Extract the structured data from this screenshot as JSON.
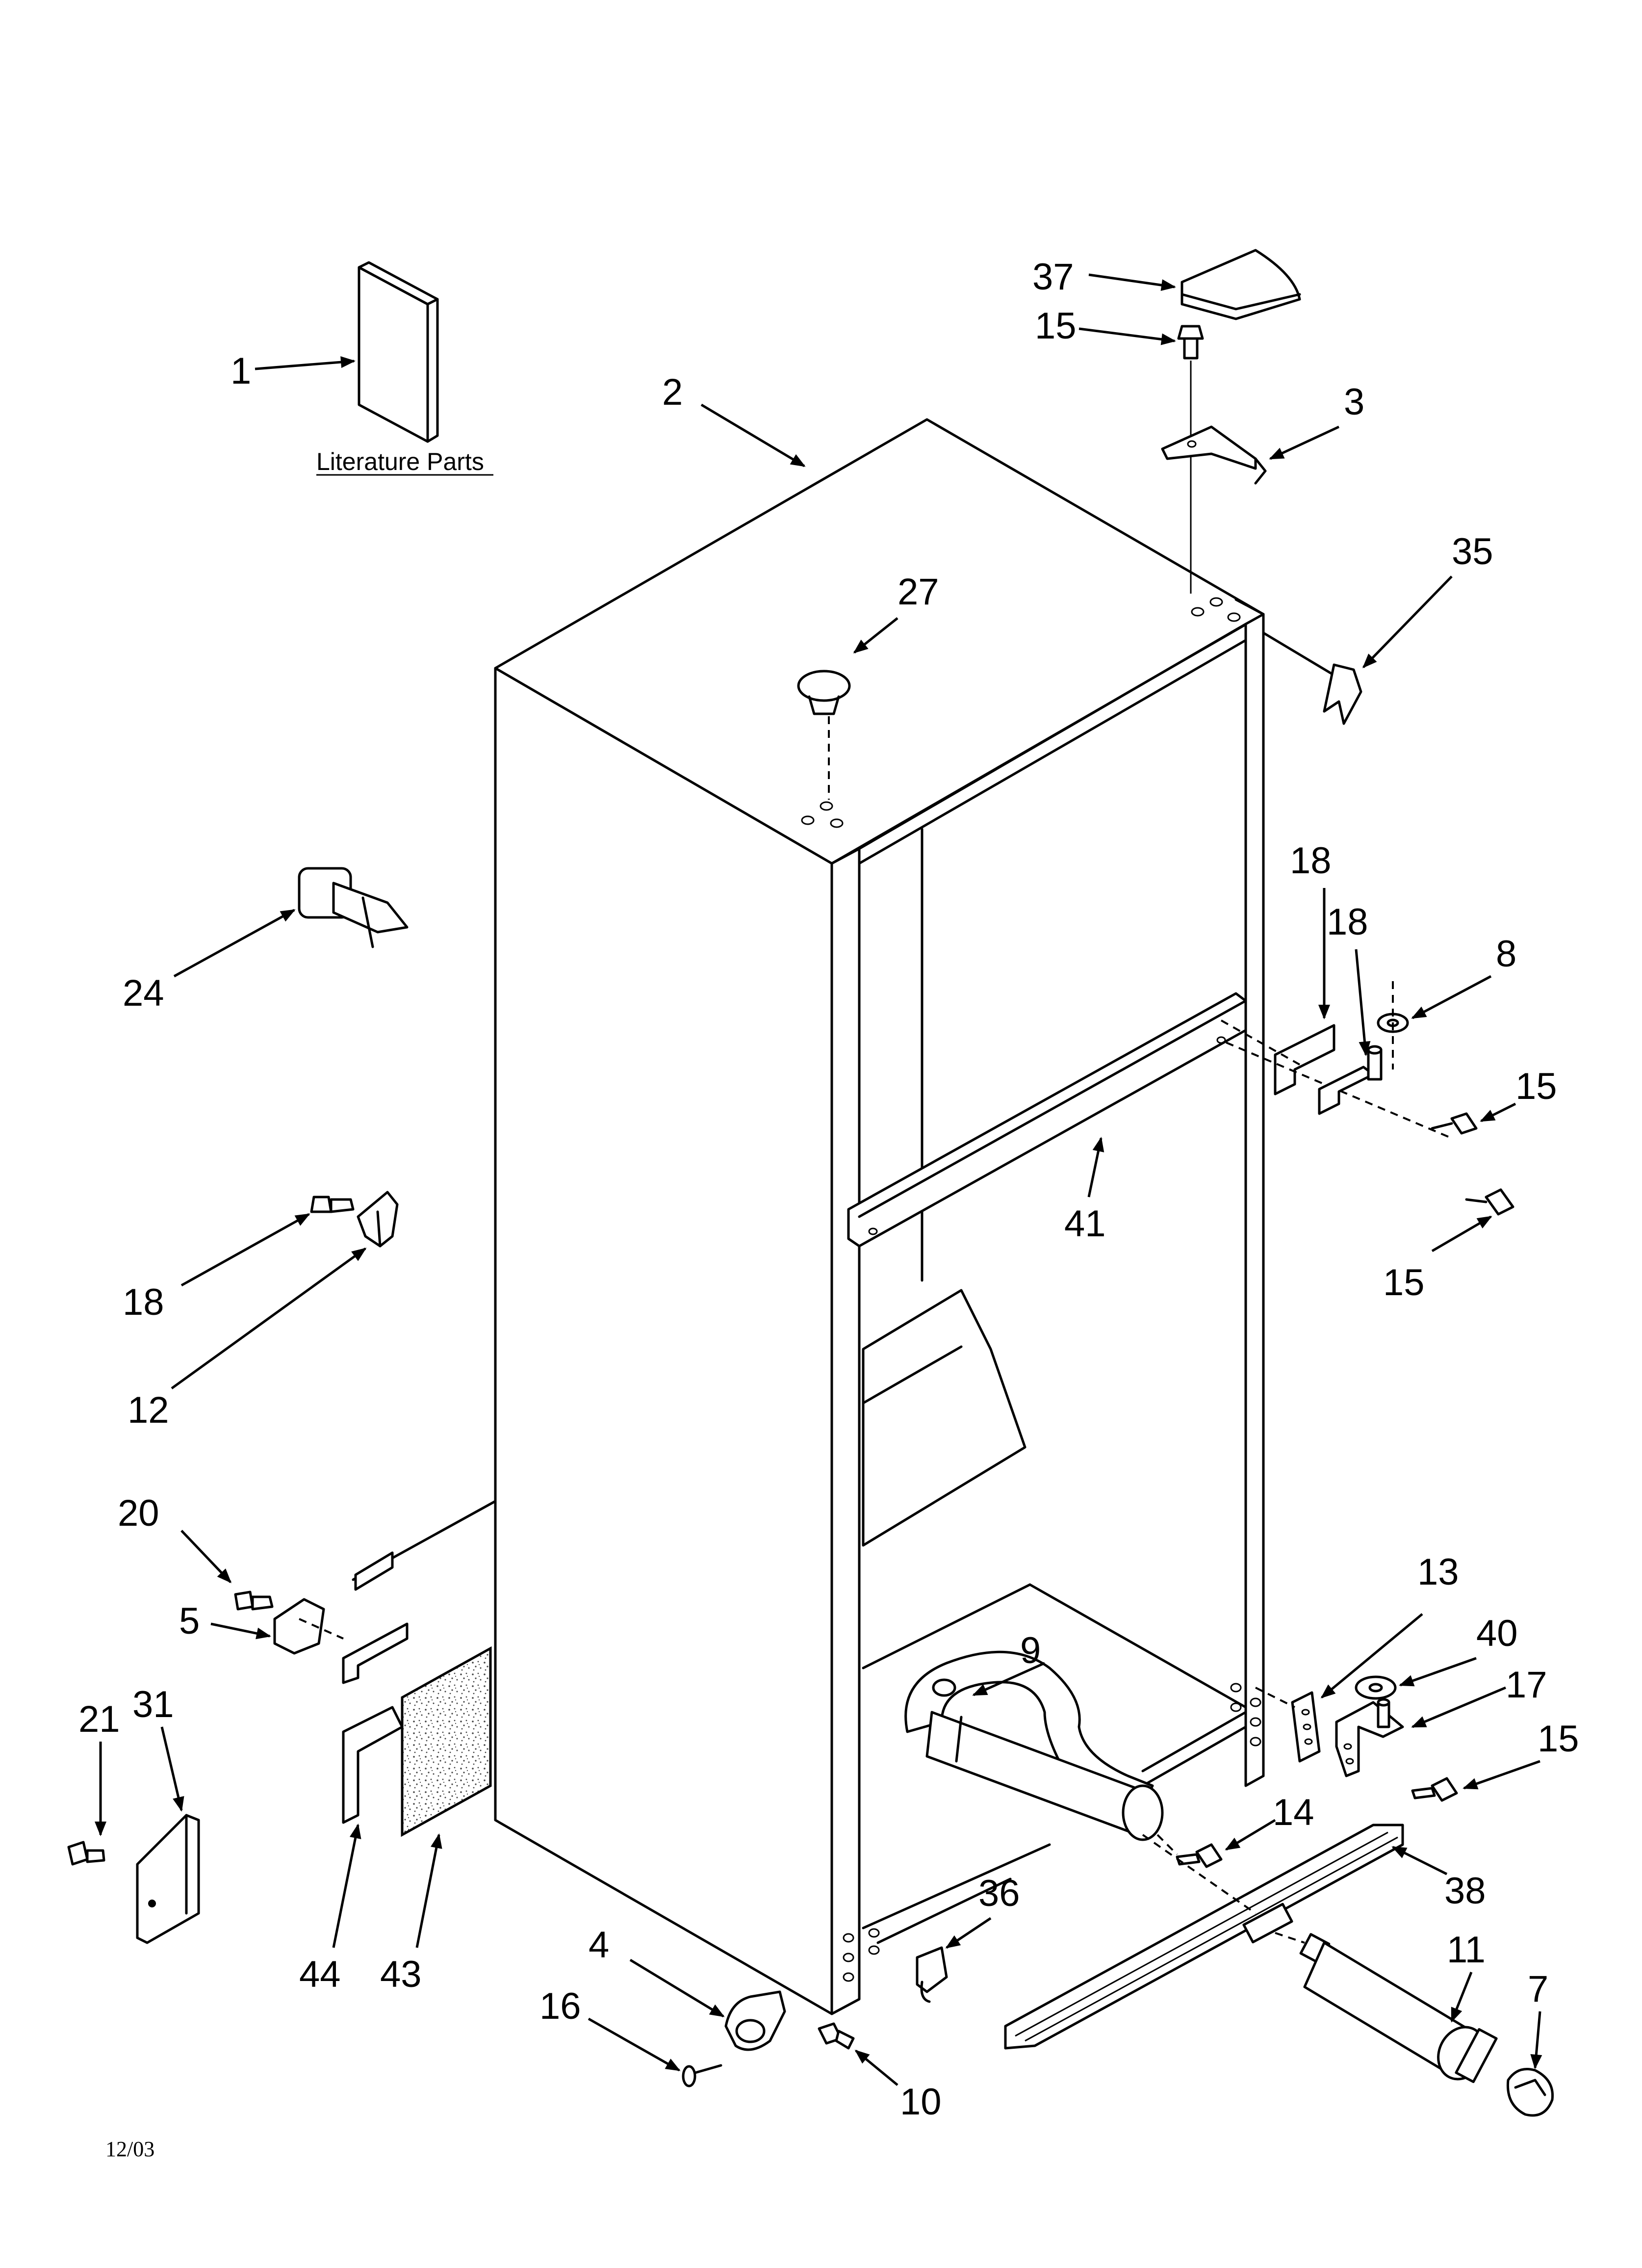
{
  "diagram": {
    "literature_label": "Literature Parts",
    "date_code": "12/03",
    "callouts": [
      {
        "id": "c1",
        "text": "1"
      },
      {
        "id": "c2",
        "text": "2"
      },
      {
        "id": "c3",
        "text": "3"
      },
      {
        "id": "c4",
        "text": "4"
      },
      {
        "id": "c5",
        "text": "5"
      },
      {
        "id": "c7",
        "text": "7"
      },
      {
        "id": "c8",
        "text": "8"
      },
      {
        "id": "c9",
        "text": "9"
      },
      {
        "id": "c10",
        "text": "10"
      },
      {
        "id": "c11",
        "text": "11"
      },
      {
        "id": "c12",
        "text": "12"
      },
      {
        "id": "c13",
        "text": "13"
      },
      {
        "id": "c14",
        "text": "14"
      },
      {
        "id": "c15a",
        "text": "15"
      },
      {
        "id": "c15b",
        "text": "15"
      },
      {
        "id": "c15c",
        "text": "15"
      },
      {
        "id": "c15d",
        "text": "15"
      },
      {
        "id": "c16",
        "text": "16"
      },
      {
        "id": "c17",
        "text": "17"
      },
      {
        "id": "c18a",
        "text": "18"
      },
      {
        "id": "c18b",
        "text": "18"
      },
      {
        "id": "c18c",
        "text": "18"
      },
      {
        "id": "c20",
        "text": "20"
      },
      {
        "id": "c21",
        "text": "21"
      },
      {
        "id": "c24",
        "text": "24"
      },
      {
        "id": "c27",
        "text": "27"
      },
      {
        "id": "c31",
        "text": "31"
      },
      {
        "id": "c35",
        "text": "35"
      },
      {
        "id": "c36",
        "text": "36"
      },
      {
        "id": "c37",
        "text": "37"
      },
      {
        "id": "c38",
        "text": "38"
      },
      {
        "id": "c40",
        "text": "40"
      },
      {
        "id": "c41",
        "text": "41"
      },
      {
        "id": "c43",
        "text": "43"
      },
      {
        "id": "c44",
        "text": "44"
      }
    ]
  }
}
